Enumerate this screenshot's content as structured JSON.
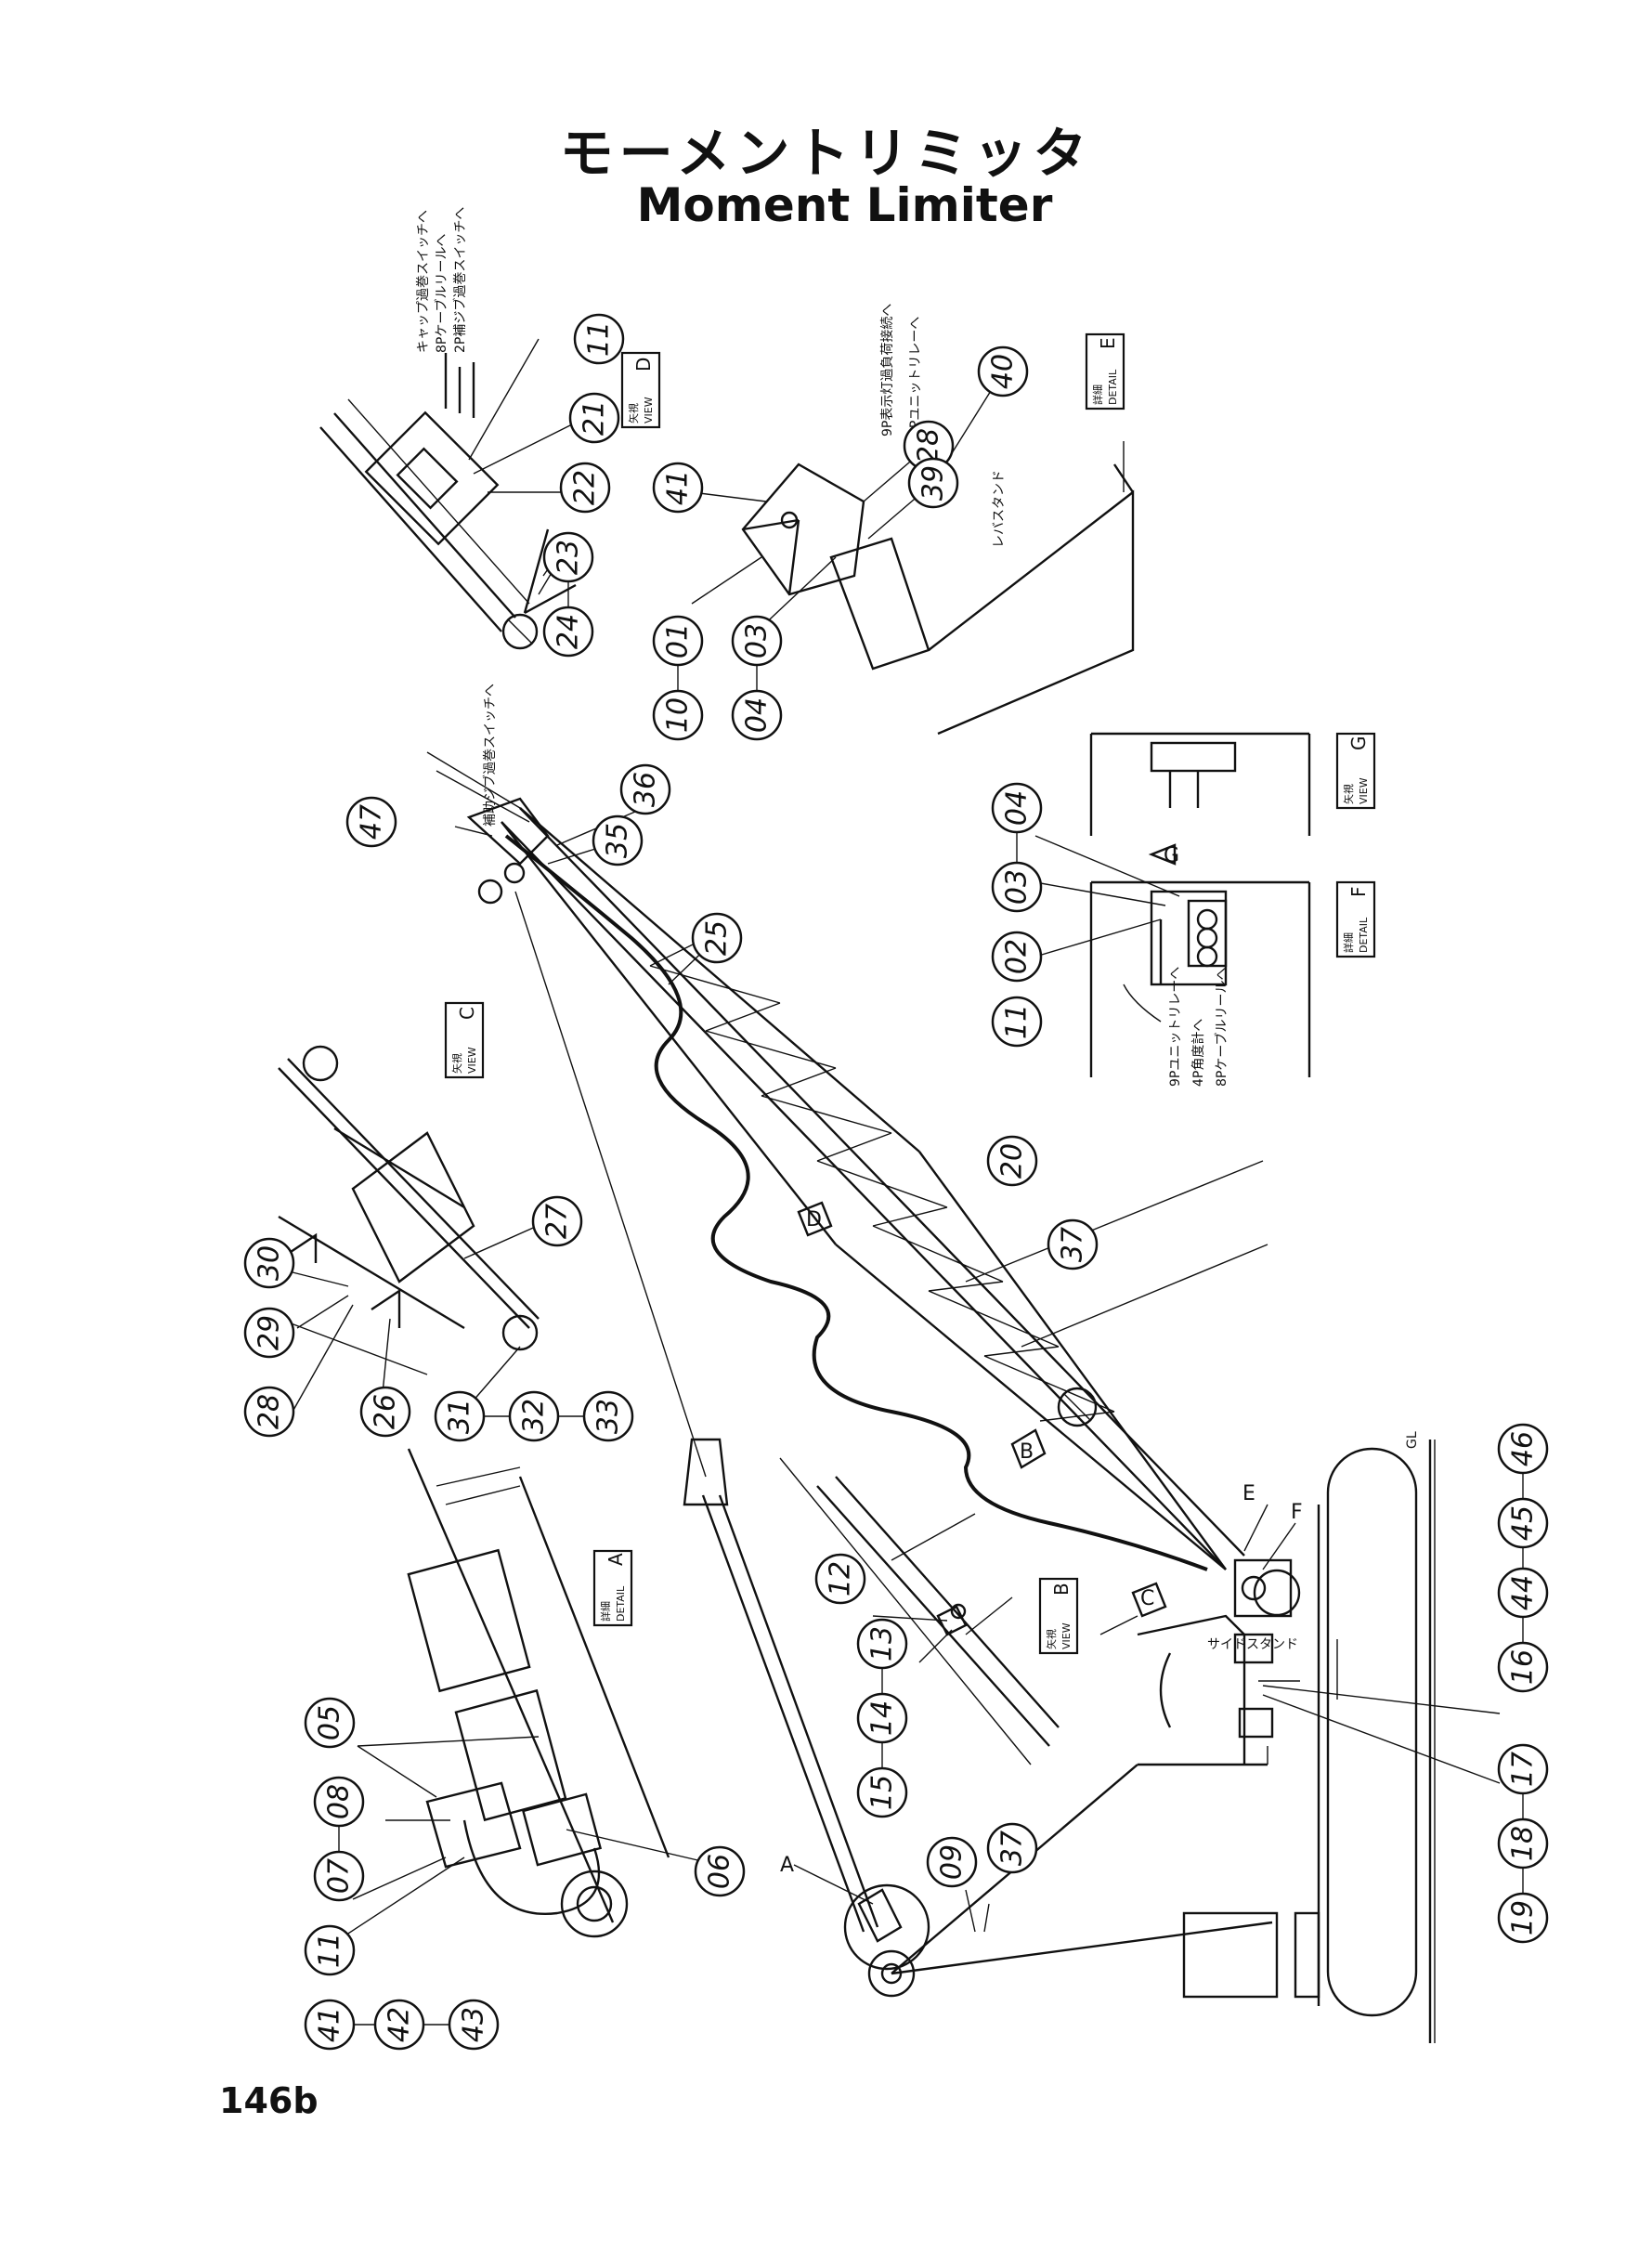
{
  "title_jp": "モーメントリミッタ",
  "title_en": "Moment Limiter",
  "page_number": "146b",
  "view_labels": {
    "view_a": {
      "kanji": "詳細",
      "word": "DETAIL",
      "letter": "A"
    },
    "view_b": {
      "kanji": "矢視",
      "word": "VIEW",
      "letter": "B"
    },
    "view_c": {
      "kanji": "矢視",
      "word": "VIEW",
      "letter": "C"
    },
    "view_d": {
      "kanji": "矢視",
      "word": "VIEW",
      "letter": "D"
    },
    "view_e": {
      "kanji": "詳細",
      "word": "DETAIL",
      "letter": "E"
    },
    "view_f": {
      "kanji": "詳細",
      "word": "DETAIL",
      "letter": "F"
    },
    "view_g": {
      "kanji": "矢視",
      "word": "VIEW",
      "letter": "G"
    }
  },
  "notes": {
    "d1": "キャップ過巻スイッチへ",
    "d2": "8Pケーブルリールへ",
    "d3": "2P補ジブ過巻スイッチへ",
    "e1": "9P表示灯過負荷接続へ",
    "e2": "4Pユニットリレーへ",
    "e3": "レバスタンド",
    "aux_jib": "補助ジブ過巻スイッチへ",
    "f1": "9Pユニットリレーへ",
    "f2": "4P角度計へ",
    "f3": "8Pケーブルリールへ",
    "side_stand": "サイドスタンド",
    "gl": "GL",
    "e_mark": "E",
    "f_mark": "F",
    "a_mark": "A"
  },
  "callouts": [
    "01",
    "02",
    "03",
    "04",
    "05",
    "06",
    "07",
    "08",
    "09",
    "10",
    "11",
    "12",
    "13",
    "14",
    "15",
    "16",
    "17",
    "18",
    "19",
    "20",
    "21",
    "22",
    "23",
    "24",
    "25",
    "26",
    "27",
    "28",
    "29",
    "30",
    "31",
    "32",
    "33",
    "35",
    "36",
    "37",
    "39",
    "40",
    "41",
    "42",
    "43",
    "44",
    "45",
    "46",
    "47"
  ]
}
